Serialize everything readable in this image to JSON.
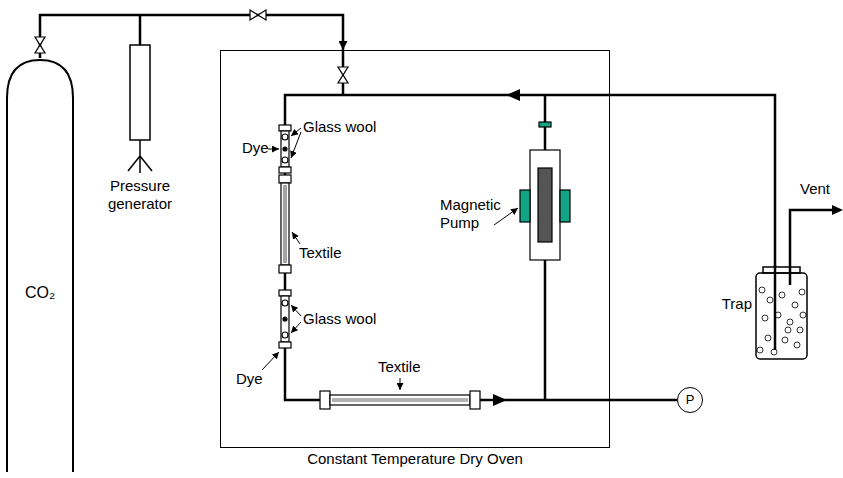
{
  "diagram": {
    "nodes": [
      {
        "text": [
          "CO₂"
        ]
      },
      {
        "text": [
          "Constant Temperature Dry Oven"
        ]
      },
      {
        "text": [
          "Trap"
        ]
      },
      {
        "text": [
          "P"
        ]
      }
    ],
    "edges": [
      {
        "from": 0,
        "to": 1,
        "arrow": "to"
      },
      {
        "from": 1,
        "to": 2,
        "arrow": "none"
      },
      {
        "from": 1,
        "to": 3,
        "arrow": "none"
      }
    ],
    "labels": [
      "Vent",
      "Pressure generator",
      "Dye",
      "Glass wool",
      "Textile",
      "Magnetic Pump",
      "Glass wool",
      "Dye",
      "Textile"
    ]
  }
}
